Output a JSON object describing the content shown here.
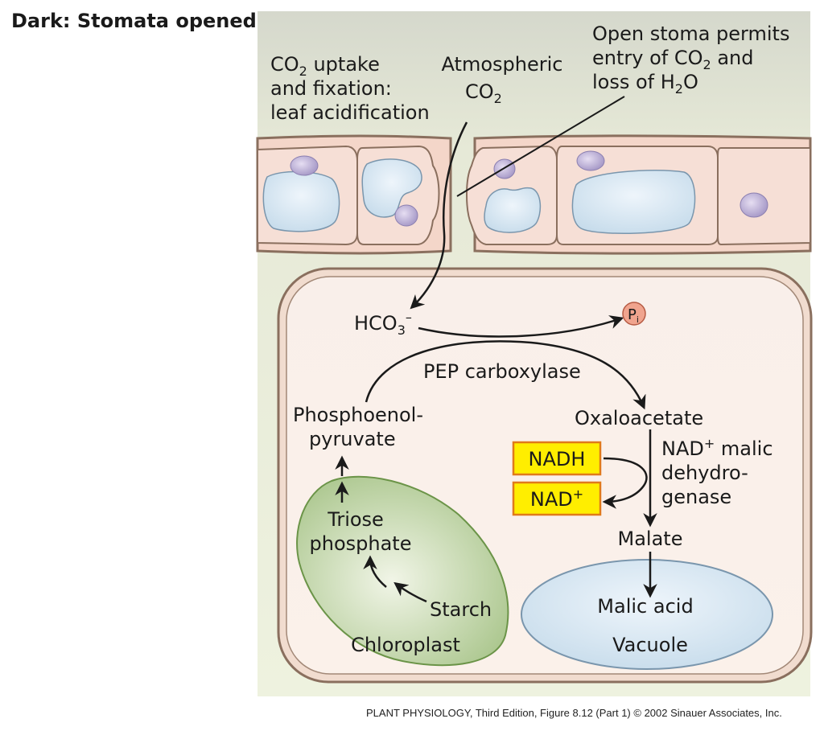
{
  "title": "Dark: Stomata opened",
  "labels": {
    "co2_uptake_line1_pre": "CO",
    "co2_uptake_line1_sub": "2",
    "co2_uptake_line1_post": " uptake",
    "co2_uptake_line2": "and fixation:",
    "co2_uptake_line3": "leaf acidification",
    "atmospheric_line1": "Atmospheric",
    "atmospheric_line2_pre": "CO",
    "atmospheric_line2_sub": "2",
    "open_stoma_line1": "Open stoma permits",
    "open_stoma_line2_pre": "entry of CO",
    "open_stoma_line2_sub": "2",
    "open_stoma_line2_post": " and",
    "open_stoma_line3_pre": "loss of H",
    "open_stoma_line3_sub": "2",
    "open_stoma_line3_post": "O",
    "hco3_pre": "HCO",
    "hco3_sub": "3",
    "hco3_sup": "–",
    "pi_main": "P",
    "pi_sub": "i",
    "pep_carboxylase": "PEP carboxylase",
    "pep_line1": "Phosphoenol-",
    "pep_line2": "pyruvate",
    "oxaloacetate": "Oxaloacetate",
    "nadh": "NADH",
    "nad_plus_pre": "NAD",
    "nad_plus_sup": "+",
    "mdh_line1_pre": "NAD",
    "mdh_line1_sup": "+",
    "mdh_line1_post": " malic",
    "mdh_line2": "dehydro-",
    "mdh_line3": "genase",
    "malate": "Malate",
    "triose_line1": "Triose",
    "triose_line2": "phosphate",
    "starch": "Starch",
    "chloroplast": "Chloroplast",
    "malic_acid": "Malic acid",
    "vacuole": "Vacuole"
  },
  "caption": {
    "book": "PLANT PHYSIOLOGY",
    "rest": ", Third Edition, Figure 8.12 (Part 1)  © 2002 Sinauer Associates, Inc."
  },
  "colors": {
    "panel_top": "#d9dccf",
    "panel_bottom": "#eef1df",
    "cell_fill": "#f7e3da",
    "cell_border": "#8a6f5e",
    "vacuole_fill": "#d6e6f1",
    "nucleus_fill": "#c9bde0",
    "chloroplast_fill": "#bfd3a7",
    "highlight_box": "#ffee00",
    "highlight_border": "#e07a1a",
    "pi_fill": "#f0a48e"
  }
}
